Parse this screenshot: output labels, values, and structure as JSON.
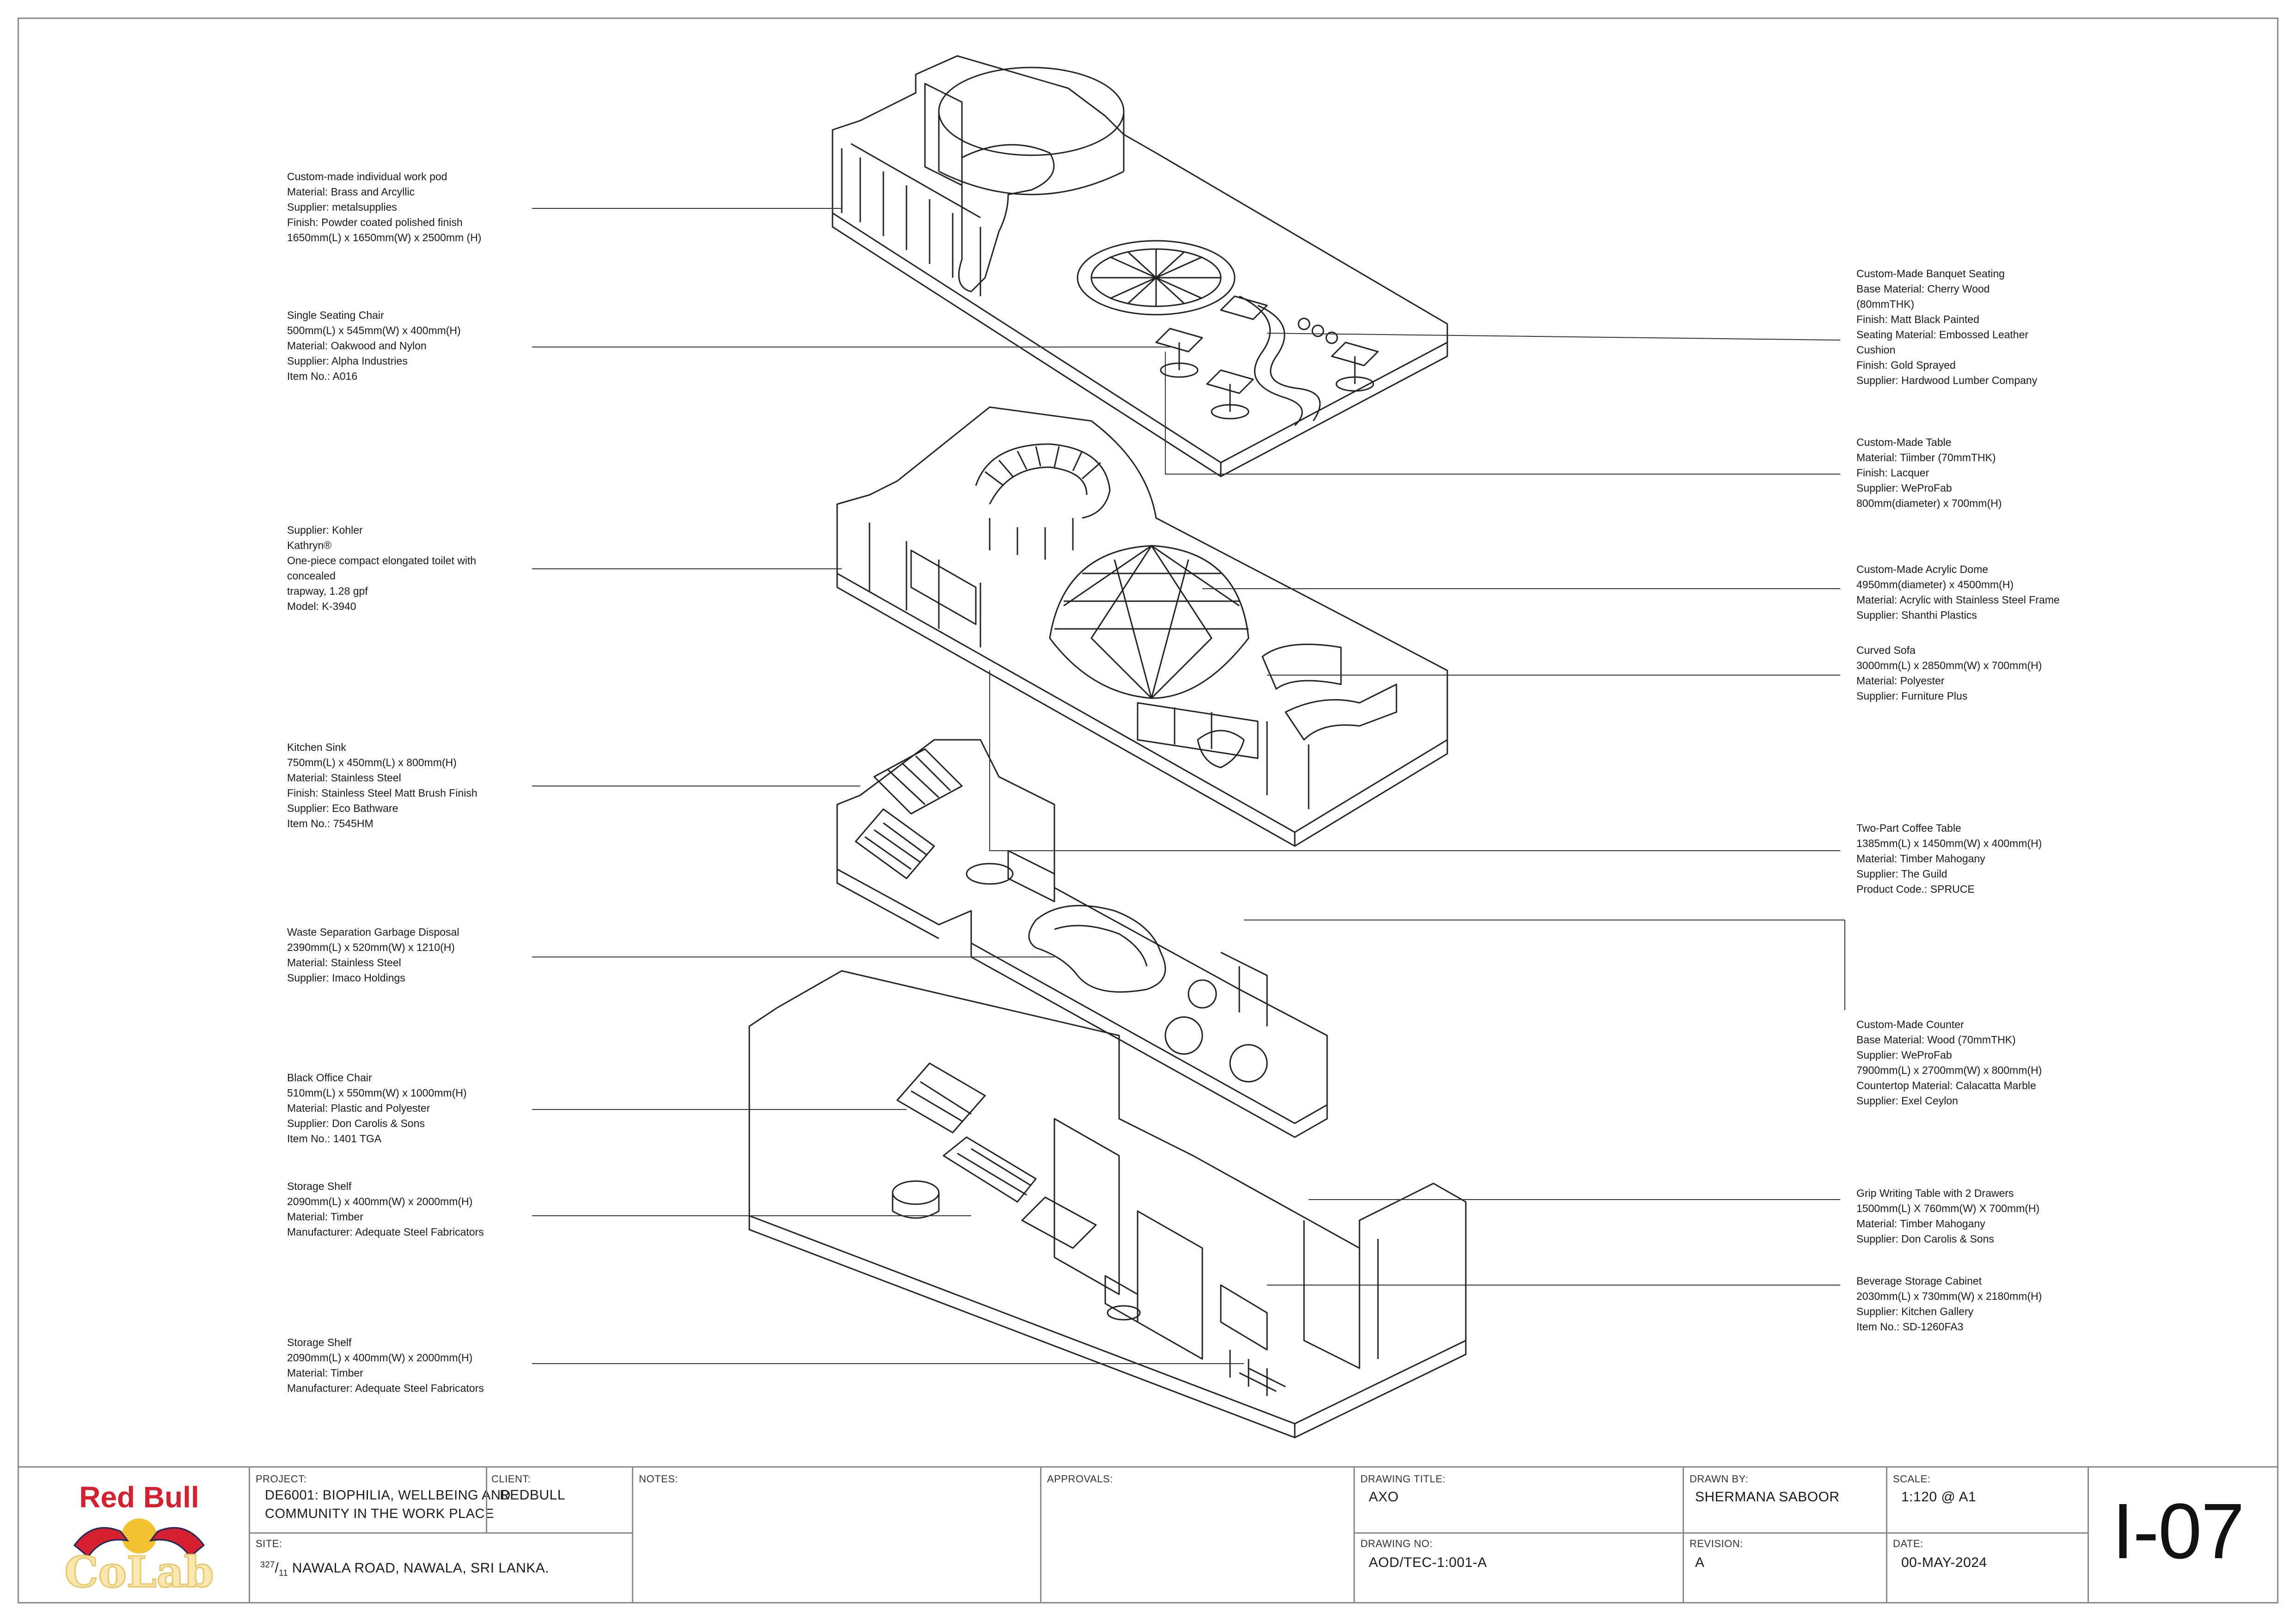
{
  "labels_left": [
    {
      "lines": [
        "Custom-made individual work pod",
        "Material: Brass and Arcyllic",
        "Supplier: metalsupplies",
        "Finish: Powder coated polished finish",
        "1650mm(L) x 1650mm(W) x 2500mm (H)"
      ]
    },
    {
      "lines": [
        "Single Seating Chair",
        "500mm(L) x 545mm(W) x 400mm(H)",
        "Material: Oakwood and Nylon",
        "Supplier: Alpha Industries",
        "Item No.: A016"
      ]
    },
    {
      "lines": [
        "Supplier: Kohler",
        "Kathryn®",
        "One-piece compact elongated toilet with",
        "concealed",
        "trapway, 1.28 gpf",
        "Model: K-3940"
      ]
    },
    {
      "lines": [
        "Kitchen Sink",
        "750mm(L) x 450mm(L) x 800mm(H)",
        "Material: Stainless Steel",
        "Finish: Stainless Steel Matt Brush Finish",
        "Supplier: Eco Bathware",
        "Item No.: 7545HM"
      ]
    },
    {
      "lines": [
        "Waste Separation Garbage Disposal",
        "2390mm(L) x 520mm(W) x 1210(H)",
        "Material: Stainless Steel",
        "Supplier: Imaco Holdings"
      ]
    },
    {
      "lines": [
        "Black Office Chair",
        "510mm(L) x 550mm(W) x 1000mm(H)",
        "Material: Plastic and Polyester",
        "Supplier: Don Carolis & Sons",
        "Item No.: 1401 TGA"
      ]
    },
    {
      "lines": [
        "Storage Shelf",
        "2090mm(L) x 400mm(W) x 2000mm(H)",
        "Material: Timber",
        "Manufacturer: Adequate Steel Fabricators"
      ]
    },
    {
      "lines": [
        "Storage Shelf",
        "2090mm(L) x 400mm(W) x 2000mm(H)",
        "Material: Timber",
        "Manufacturer: Adequate Steel Fabricators"
      ]
    }
  ],
  "labels_right": [
    {
      "lines": [
        "Custom-Made Banquet Seating",
        "Base Material: Cherry Wood",
        "(80mmTHK)",
        "Finish: Matt Black Painted",
        "Seating Material: Embossed Leather",
        "Cushion",
        "Finish: Gold Sprayed",
        "Supplier: Hardwood Lumber Company"
      ]
    },
    {
      "lines": [
        "Custom-Made Table",
        "Material: Tiimber (70mmTHK)",
        "Finish: Lacquer",
        "Supplier: WeProFab",
        "800mm(diameter) x 700mm(H)"
      ]
    },
    {
      "lines": [
        "Custom-Made Acrylic Dome",
        "4950mm(diameter) x 4500mm(H)",
        "Material: Acrylic with Stainless Steel Frame",
        "Supplier: Shanthi Plastics"
      ]
    },
    {
      "lines": [
        "Curved Sofa",
        "3000mm(L) x 2850mm(W) x 700mm(H)",
        "Material: Polyester",
        "Supplier: Furniture Plus"
      ]
    },
    {
      "lines": [
        "Two-Part Coffee Table",
        "1385mm(L) x 1450mm(W) x 400mm(H)",
        "Material: Timber Mahogany",
        "Supplier: The Guild",
        "Product Code.: SPRUCE"
      ]
    },
    {
      "lines": [
        "Custom-Made Counter",
        "Base Material: Wood (70mmTHK)",
        "Supplier: WeProFab",
        "7900mm(L) x 2700mm(W) x 800mm(H)",
        "Countertop Material: Calacatta Marble",
        "Supplier: Exel Ceylon"
      ]
    },
    {
      "lines": [
        "Grip Writing Table with 2 Drawers",
        "1500mm(L) X 760mm(W) X 700mm(H)",
        "Material: Timber Mahogany",
        "Supplier: Don Carolis & Sons"
      ]
    },
    {
      "lines": [
        "Beverage Storage Cabinet",
        "2030mm(L) x 730mm(W) x 2180mm(H)",
        "Supplier: Kitchen Gallery",
        "Item No.: SD-1260FA3"
      ]
    }
  ],
  "logo": {
    "brand_top": "Red Bull",
    "brand_bottom": "CoLab",
    "colors": {
      "red": "#d4202f",
      "yellow": "#f2c230",
      "navy": "#1b2a5c"
    }
  },
  "title_block": {
    "project_label": "PROJECT:",
    "project_line1": "DE6001: BIOPHILIA, WELLBEING AND",
    "project_line2": "COMMUNITY IN THE WORK PLACE",
    "client_label": "CLIENT:",
    "client": "REDBULL",
    "site_label": "SITE:",
    "site_num_sup": "327",
    "site_num_sub": "11",
    "site_rest": " NAWALA ROAD, NAWALA, SRI LANKA.",
    "notes_label": "NOTES:",
    "approvals_label": "APPROVALS:",
    "drawing_title_label": "DRAWING TITLE:",
    "drawing_title": "AXO",
    "drawing_no_label": "DRAWING NO:",
    "drawing_no": "AOD/TEC-1:001-A",
    "drawn_by_label": "DRAWN BY:",
    "drawn_by": "SHERMANA SABOOR",
    "revision_label": "REVISION:",
    "revision": "A",
    "scale_label": "SCALE:",
    "scale": "1:120 @ A1",
    "date_label": "DATE:",
    "date": "00-MAY-2024",
    "sheet_number": "I-07"
  }
}
